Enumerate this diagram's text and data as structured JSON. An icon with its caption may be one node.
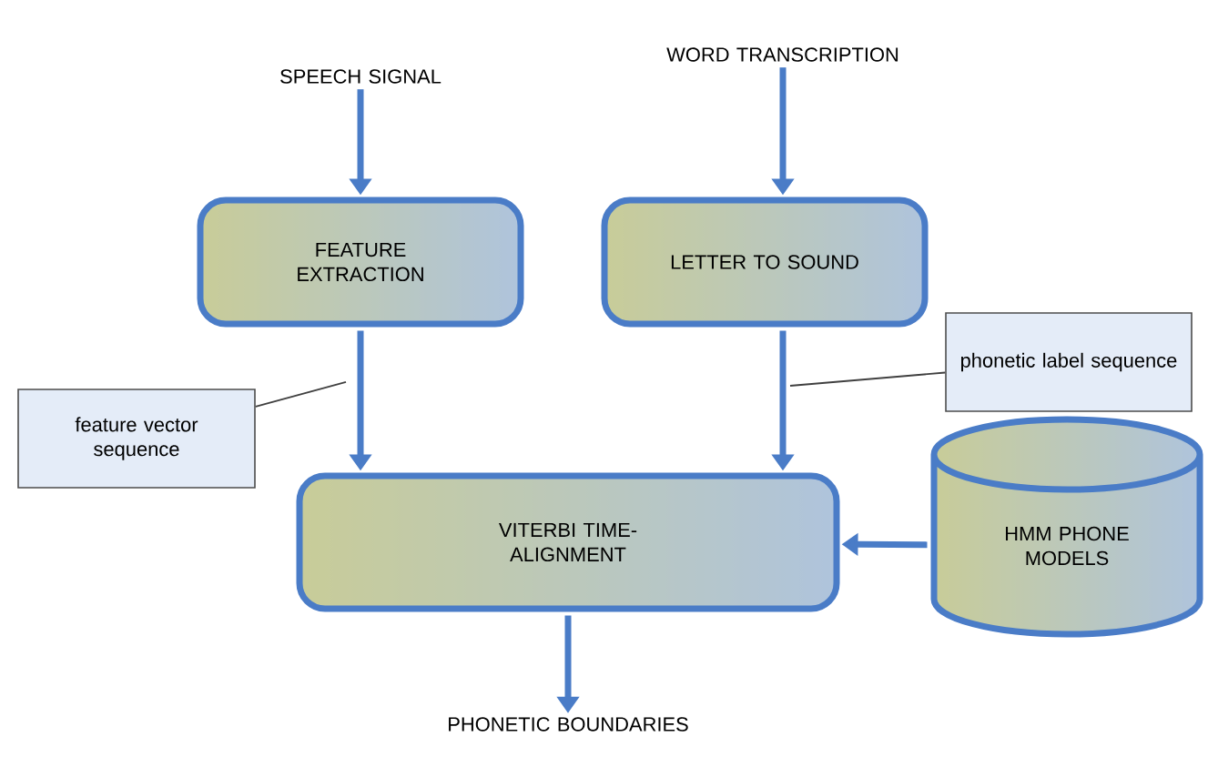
{
  "diagram": {
    "nodes": [
      {
        "text": [
          "SPEECH SIGNAL"
        ]
      },
      {
        "text": [
          "WORD TRANSCRIPTION"
        ]
      },
      {
        "text": [
          "FEATURE EXTRACTION"
        ]
      },
      {
        "text": [
          "LETTER TO SOUND"
        ]
      },
      {
        "text": [
          "feature vector sequence"
        ]
      },
      {
        "text": [
          "phonetic label sequence"
        ]
      },
      {
        "text": [
          "VITERBI TIME-ALIGNMENT"
        ]
      },
      {
        "text": [
          "HMM PHONE MODELS"
        ]
      },
      {
        "text": [
          "PHONETIC BOUNDARIES"
        ]
      }
    ],
    "edges": [
      {
        "from": 0,
        "to": 2,
        "arrow": "to"
      },
      {
        "from": 1,
        "to": 3,
        "arrow": "to"
      },
      {
        "from": 2,
        "to": 6,
        "arrow": "to"
      },
      {
        "from": 3,
        "to": 6,
        "arrow": "to"
      },
      {
        "from": 7,
        "to": 6,
        "arrow": "to"
      },
      {
        "from": 6,
        "to": 8,
        "arrow": "to"
      },
      {
        "from": 4,
        "to": null,
        "arrow": "none",
        "color": "#404040"
      },
      {
        "from": 5,
        "to": null,
        "arrow": "none",
        "color": "#404040"
      }
    ]
  }
}
